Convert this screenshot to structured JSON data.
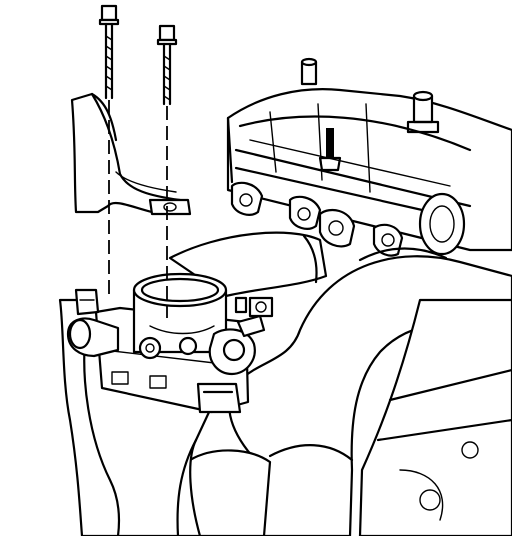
{
  "diagram": {
    "kind": "line-art-illustration",
    "subject": "throttle-body-mounting-exploded-view",
    "line_color": "#000000",
    "background_color": "#ffffff",
    "parts": [
      "bolt-left",
      "bolt-right",
      "bracket",
      "throttle-body",
      "intake-manifold",
      "cylinder-head",
      "air-inlet-duct",
      "lower-hose"
    ]
  }
}
